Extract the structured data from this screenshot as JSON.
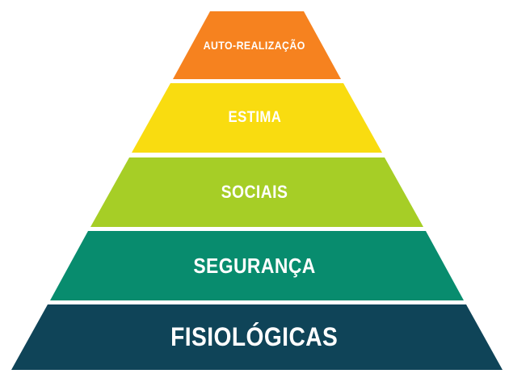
{
  "diagram": {
    "type": "pyramid",
    "background": "#FFFFFF",
    "label_text_color": "#FFFFFF",
    "levels": [
      {
        "label": "AUTO-REALIZAÇÃO",
        "color": "#F6821F"
      },
      {
        "label": "ESTIMA",
        "color": "#F9DC10"
      },
      {
        "label": "SOCIAIS",
        "color": "#A6CE26"
      },
      {
        "label": "SEGURANÇA",
        "color": "#088C6E"
      },
      {
        "label": "FISIOLÓGICAS",
        "color": "#0F4458"
      }
    ]
  }
}
